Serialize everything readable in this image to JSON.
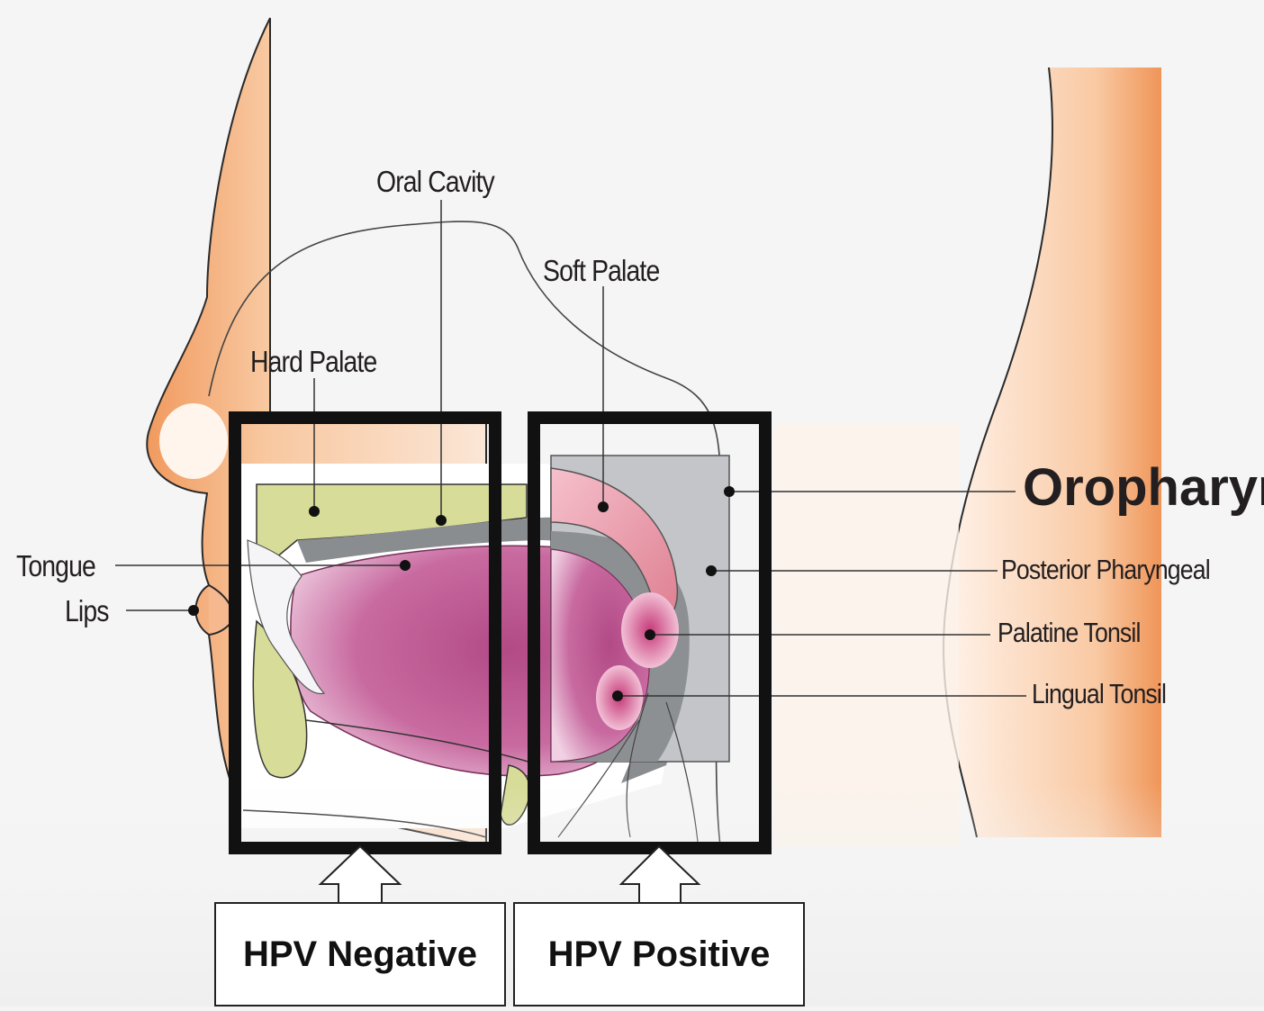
{
  "labels": {
    "oral_cavity": "Oral Cavity",
    "soft_palate": "Soft Palate",
    "hard_palate": "Hard Palate",
    "tongue": "Tongue",
    "lips": "Lips",
    "oropharynx": "Oropharyr",
    "posterior_pharyngeal": "Posterior Pharyngeal",
    "palatine_tonsil": "Palatine Tonsil",
    "lingual_tonsil": "Lingual Tonsil"
  },
  "hpv": {
    "negative": "HPV Negative",
    "positive": "HPV Positive"
  },
  "colors": {
    "skin": "#f4a26c",
    "palate_bone": "#d8dc9a",
    "tongue": "#c0508a",
    "soft_tissue": "#e8909e",
    "frame": "#111111",
    "highlight_region": "#c4c6c8"
  }
}
